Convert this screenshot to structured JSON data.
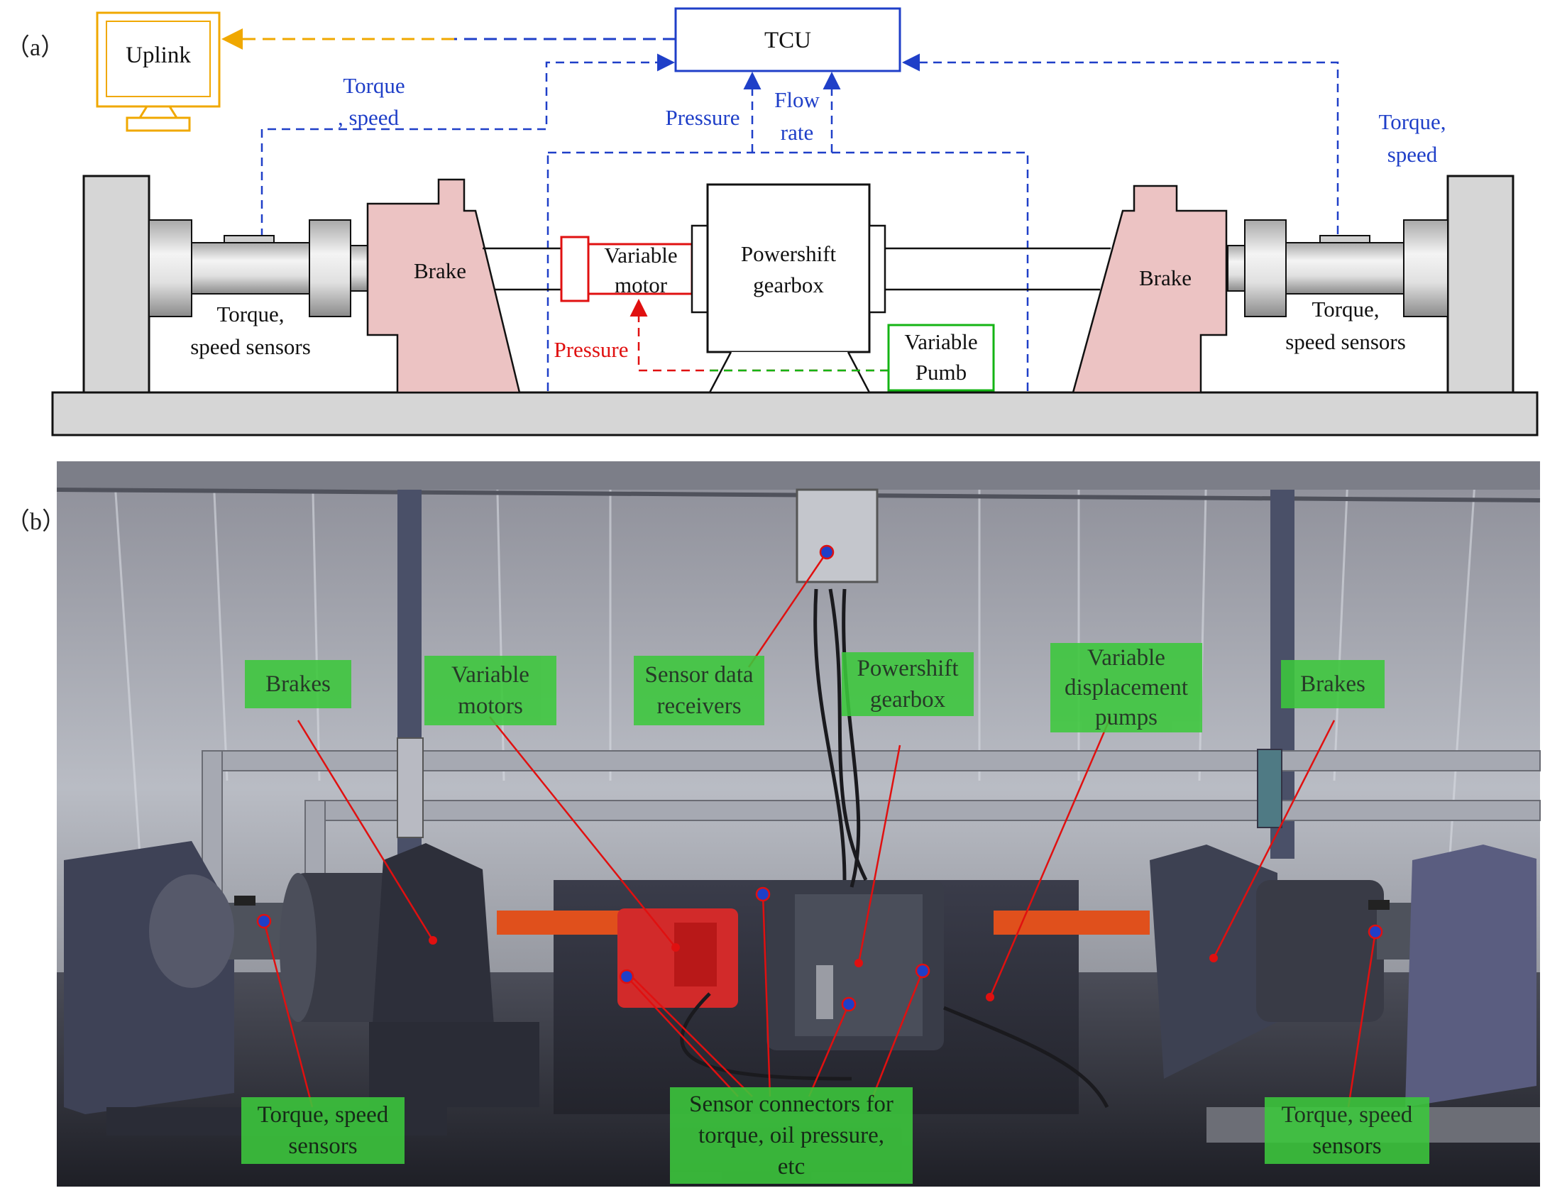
{
  "panel_a": {
    "label": "（a）",
    "uplink": "Uplink",
    "tcu": "TCU",
    "torque_speed_left": [
      "Torque",
      ", speed"
    ],
    "torque_speed_right": [
      "Torque,",
      "speed"
    ],
    "pressure_top": "Pressure",
    "flow_rate": [
      "Flow",
      "rate"
    ],
    "brake_left": "Brake",
    "brake_right": "Brake",
    "variable_motor": [
      "Variable",
      "motor"
    ],
    "powershift_gearbox": [
      "Powershift",
      "gearbox"
    ],
    "pressure_red": "Pressure",
    "variable_pump": [
      "Variable",
      "Pumb"
    ],
    "sensors_left": [
      "Torque,",
      "speed sensors"
    ],
    "sensors_right": [
      "Torque,",
      "speed sensors"
    ]
  },
  "panel_b": {
    "label": "（b）",
    "annotations": {
      "brakes_left": [
        "Brakes"
      ],
      "variable_motors": [
        "Variable",
        "motors"
      ],
      "sensor_data_receivers": [
        "Sensor data",
        "receivers"
      ],
      "powershift_gearbox": [
        "Powershift",
        "gearbox"
      ],
      "variable_displacement_pumps": [
        "Variable",
        "displacement",
        "pumps"
      ],
      "brakes_right": [
        "Brakes"
      ],
      "torque_speed_left": [
        "Torque, speed",
        "sensors"
      ],
      "sensor_connectors": [
        "Sensor connectors for",
        "torque, oil pressure,",
        "etc"
      ],
      "torque_speed_right": [
        "Torque, speed",
        "sensors"
      ]
    }
  },
  "colors": {
    "blue": "#1f3fc8",
    "red": "#e01010",
    "green": "#14b414",
    "orange": "#f0a800",
    "brake_fill": "#ecc3c3",
    "frame_gray": "#d6d6d6",
    "label_bg": "#3cc83c"
  }
}
